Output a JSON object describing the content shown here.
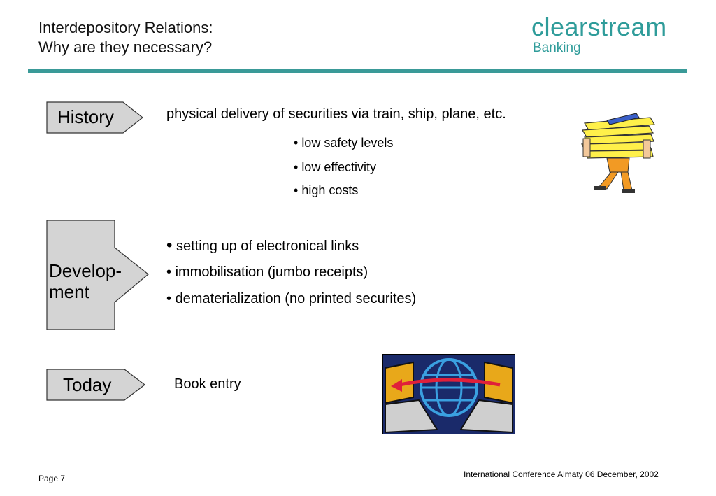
{
  "header": {
    "title_line1": "Interdepository Relations:",
    "title_line2": "Why are they necessary?",
    "logo_main": "clearstream",
    "logo_sub": "Banking"
  },
  "history": {
    "label": "History",
    "description": "physical delivery of securities via train, ship, plane, etc.",
    "bullets": [
      "low safety levels",
      "low effectivity",
      "high costs"
    ]
  },
  "development": {
    "label_line1": "Develop-",
    "label_line2": "ment",
    "bullets": [
      "setting up of electronical links",
      "immobilisation (jumbo receipts)",
      "dematerialization (no printed securites)"
    ]
  },
  "today": {
    "label": "Today",
    "description": "Book entry"
  },
  "footer": {
    "page": "Page 7",
    "conference": "International Conference Almaty 06 December, 2002"
  },
  "colors": {
    "accent": "#3a9a98",
    "box_fill": "#d4d4d4"
  },
  "icons": {
    "history_image": "courier-carrying-papers-icon",
    "today_image": "globe-computers-transfer-icon"
  }
}
